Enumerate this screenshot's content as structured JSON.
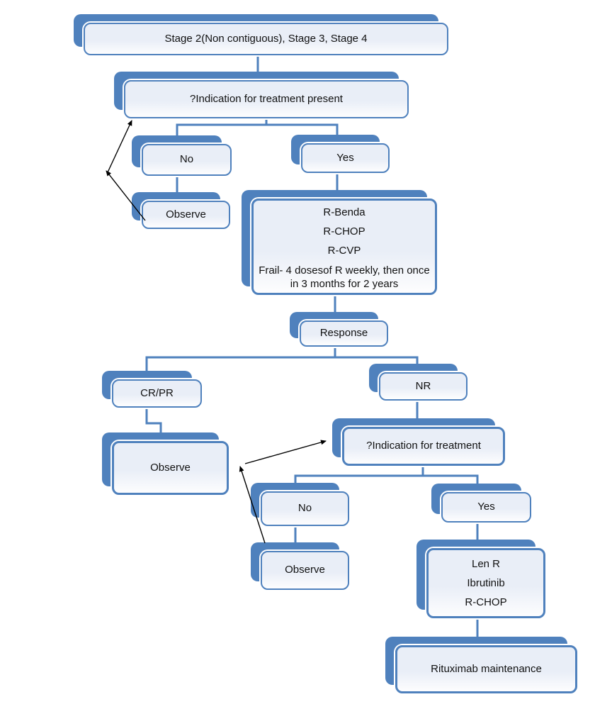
{
  "diagram": {
    "type": "flowchart",
    "colors": {
      "accent": "#4f81bd",
      "box_fill_top": "#e9eef7",
      "box_fill_bottom": "#fdfdfe",
      "connector": "#4f81bd",
      "feedback_arrow": "#000000",
      "background": "#ffffff"
    },
    "nodes": {
      "stage": {
        "label": "Stage 2(Non contiguous), Stage 3, Stage 4"
      },
      "indication1": {
        "label": "?Indication for treatment present"
      },
      "no1": {
        "label": "No"
      },
      "yes1": {
        "label": "Yes"
      },
      "observe1": {
        "label": "Observe"
      },
      "treatment1": {
        "lines": [
          "R-Benda",
          "R-CHOP",
          "R-CVP",
          "Frail- 4 dosesof R weekly, then once in 3 months for 2 years"
        ]
      },
      "response": {
        "label": "Response"
      },
      "crpr": {
        "label": "CR/PR"
      },
      "nr": {
        "label": "NR"
      },
      "observe2": {
        "label": "Observe"
      },
      "indication2": {
        "label": "?Indication for treatment"
      },
      "no2": {
        "label": "No"
      },
      "yes2": {
        "label": "Yes"
      },
      "observe3": {
        "label": "Observe"
      },
      "treatment2": {
        "lines": [
          "Len R",
          "Ibrutinib",
          "R-CHOP"
        ]
      },
      "rituximab": {
        "label": "Rituximab maintenance"
      }
    }
  }
}
